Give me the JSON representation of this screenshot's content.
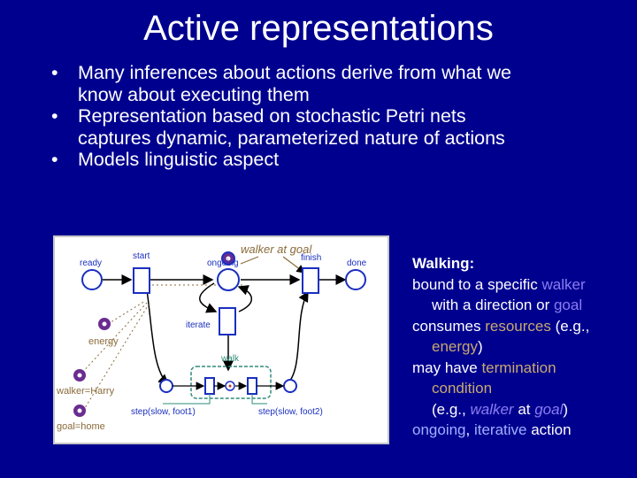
{
  "title": "Active representations",
  "bullets": [
    {
      "marker": "•",
      "lines": [
        "Many inferences about actions derive from what we",
        "know about executing them"
      ]
    },
    {
      "marker": "•",
      "lines": [
        "Representation based on stochastic Petri nets",
        "captures dynamic, parameterized nature of actions"
      ]
    },
    {
      "marker": "•",
      "lines": [
        "Models linguistic aspect"
      ]
    }
  ],
  "diagram": {
    "walker_at_goal": "walker at goal",
    "ready": "ready",
    "start": "start",
    "ongoing": "ongoing",
    "finish": "finish",
    "done": "done",
    "iterate": "iterate",
    "walk": "walk",
    "energy": "energy",
    "walker_harry": "walker=Harry",
    "goal_home": "goal=home",
    "step1": "step(slow, foot1)",
    "step2": "step(slow, foot2)"
  },
  "side": {
    "heading": "Walking:",
    "l1a": "bound to a specific ",
    "l1b": "walker",
    "l2a": "with a direction or ",
    "l2b": "goal",
    "l3a": "consumes ",
    "l3b": "resources",
    "l3c": " (e.g.,",
    "l4": "energy",
    "l4b": ")",
    "l5a": "may have ",
    "l5b": "termination",
    "l6": "condition",
    "l7a": "(e.g., ",
    "l7b": "walker",
    "l7c": " at ",
    "l7d": "goal",
    "l7e": ")",
    "l8a": "ongoing",
    "l8b": ", ",
    "l8c": "iterative",
    "l8d": " action"
  },
  "colors": {
    "background": "#00008f",
    "text": "#ffffff",
    "parameter": "#8a7df2",
    "resource": "#c8a96e",
    "aspect": "#9fb0ff",
    "net_blue": "#1a2fbf",
    "walk_box": "#2e8b7a",
    "token_purple": "#6a2c91"
  }
}
